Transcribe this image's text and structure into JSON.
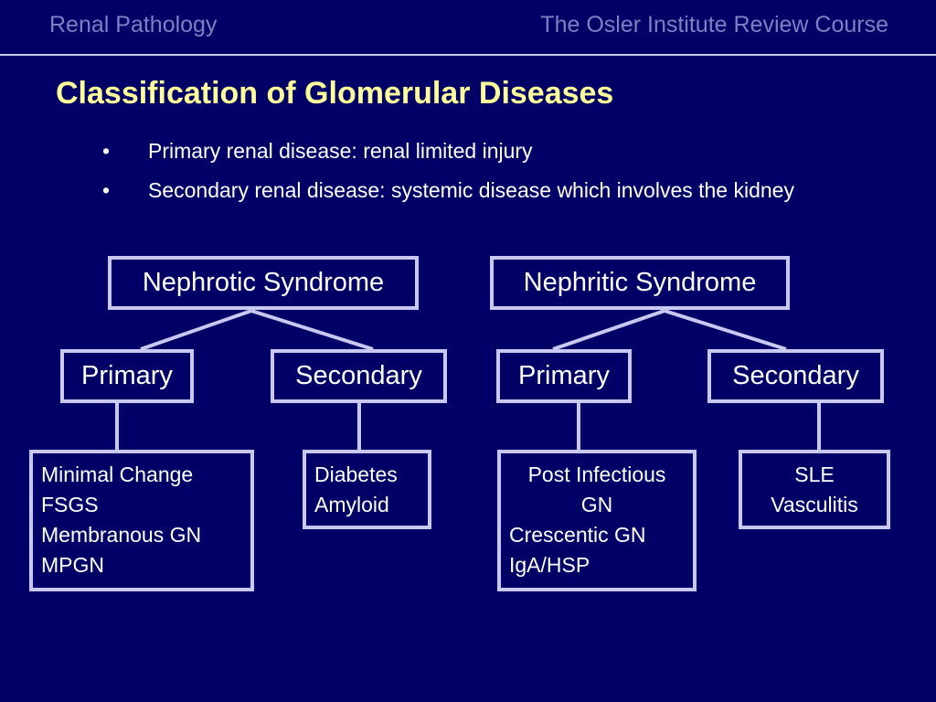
{
  "header": {
    "left": "Renal Pathology",
    "right": "The Osler Institute Review Course"
  },
  "title": "Classification of Glomerular Diseases",
  "bullets": [
    "Primary renal disease: renal limited injury",
    "Secondary renal disease: systemic disease which involves the kidney"
  ],
  "bullet_symbol": "•",
  "colors": {
    "background": "#000066",
    "title": "#ffff99",
    "header_text": "#7f7fc4",
    "box_border": "#c8c8f0",
    "text": "#ffffff"
  },
  "diagram": {
    "nephrotic": {
      "label": "Nephrotic Syndrome",
      "primary": {
        "label": "Primary",
        "items": [
          "Minimal Change",
          "FSGS",
          "Membranous GN",
          "MPGN"
        ]
      },
      "secondary": {
        "label": "Secondary",
        "items": [
          "Diabetes",
          "Amyloid"
        ]
      }
    },
    "nephritic": {
      "label": "Nephritic Syndrome",
      "primary": {
        "label": "Primary",
        "items": [
          "Post Infectious",
          "GN",
          "Crescentic GN",
          "IgA/HSP"
        ]
      },
      "secondary": {
        "label": "Secondary",
        "items": [
          "SLE",
          "Vasculitis"
        ]
      }
    }
  }
}
